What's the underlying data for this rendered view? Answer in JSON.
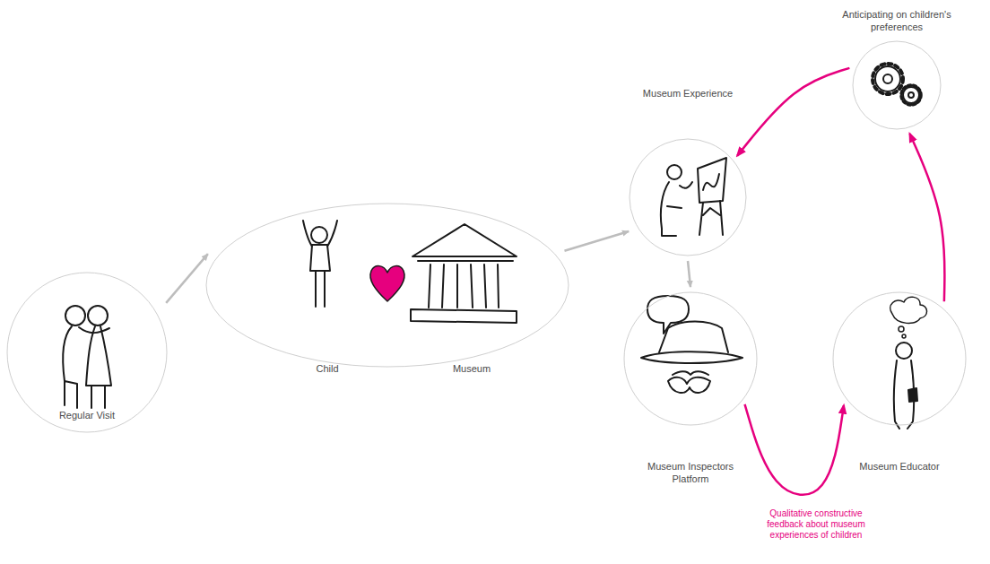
{
  "diagram": {
    "nodes": [
      {
        "text": [
          "Regular Visit"
        ]
      },
      {
        "text": [
          "Child",
          "Museum"
        ]
      },
      {
        "text": [
          "Museum Experience"
        ]
      },
      {
        "text": [
          "Museum Inspectors Platform"
        ]
      },
      {
        "text": [
          "Museum Educator"
        ]
      },
      {
        "text": [
          "Anticipating on children's preferences"
        ]
      }
    ],
    "edges": [
      {
        "from": 0,
        "to": 1,
        "arrow": "to"
      },
      {
        "from": 1,
        "to": 2,
        "arrow": "to"
      },
      {
        "from": 2,
        "to": 3,
        "arrow": "to"
      },
      {
        "from": 3,
        "to": 4,
        "arrow": "to",
        "label": "Qualitative constructive feedback about museum experiences of children"
      },
      {
        "from": 4,
        "to": 5,
        "arrow": "to"
      },
      {
        "from": 5,
        "to": 2,
        "arrow": "to"
      }
    ]
  }
}
